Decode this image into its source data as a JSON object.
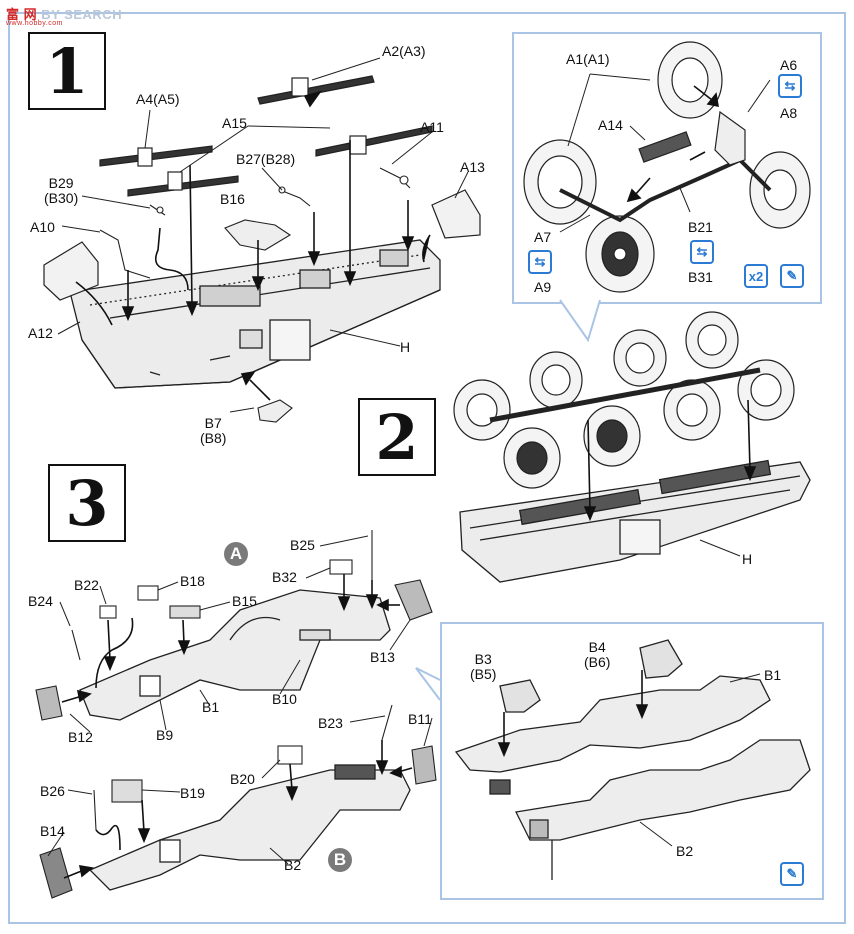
{
  "watermark": {
    "brand": "富 网",
    "search": "BY SEARCH",
    "url": "www.hobby.com"
  },
  "steps": {
    "s1": "1",
    "s2": "2",
    "s3": "3"
  },
  "step1_labels": {
    "a2": "A2(A3)",
    "a4": "A4(A5)",
    "a15": "A15",
    "a11": "A11",
    "b27": "B27(B28)",
    "a13": "A13",
    "b29": "B29",
    "b30": "(B30)",
    "b16": "B16",
    "a10": "A10",
    "a12": "A12",
    "h": "H",
    "b7": "B7",
    "b8": "(B8)"
  },
  "detail1_labels": {
    "a1": "A1(A1)",
    "a6": "A6",
    "a8": "A8",
    "a14": "A14",
    "b21": "B21",
    "b31": "B31",
    "a7": "A7",
    "a9": "A9",
    "x2": "x2"
  },
  "step2_labels": {
    "h": "H"
  },
  "step3_labels": {
    "b25": "B25",
    "b32": "B32",
    "b22": "B22",
    "b18": "B18",
    "b15": "B15",
    "b24": "B24",
    "b13": "B13",
    "b1": "B1",
    "b10": "B10",
    "b12": "B12",
    "b9": "B9",
    "b23": "B23",
    "b11": "B11",
    "b20": "B20",
    "b26": "B26",
    "b19": "B19",
    "b14": "B14",
    "b2": "B2"
  },
  "detail3_labels": {
    "b3": "B3",
    "b5": "(B5)",
    "b4": "B4",
    "b6": "(B6)",
    "b1": "B1",
    "b2": "B2"
  },
  "badges": {
    "a": "A",
    "b": "B"
  },
  "colors": {
    "accent": "#2b7bd4",
    "frame": "#a9c4e4",
    "badge": "#7a7a7a"
  }
}
